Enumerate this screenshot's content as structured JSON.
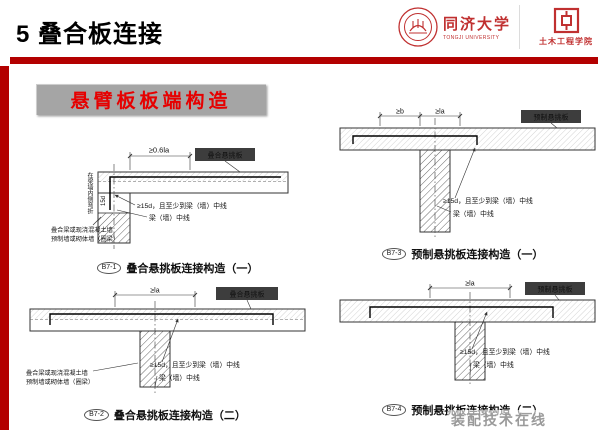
{
  "header": {
    "title": "5 叠合板连接",
    "logos": {
      "university": "同济大学",
      "university_en": "TONGJI UNIVERSITY",
      "college": "土木工程学院"
    }
  },
  "banner": {
    "label": "悬臂板板端构造"
  },
  "watermark": "装配技术在线",
  "colors": {
    "accent": "#b30000",
    "banner_bg": "#a5a5a5",
    "banner_text": "#e60000"
  },
  "figures": {
    "f1": {
      "id": "B7-1",
      "caption": "叠合悬挑板连接构造（一）",
      "dim_top": "≥0.6la",
      "dim_hook": "15d",
      "side_note": "在梁墙内侧弯折",
      "slab_label": "叠合悬挑板",
      "anchor_note": "≥15d，且至少到梁（墙）中线",
      "centerline_label": "梁（墙）中线",
      "support_note1": "叠合梁或现浇混凝土墙",
      "support_note2": "预制墙或砌体墙（圈梁）"
    },
    "f2": {
      "id": "B7-3",
      "caption": "预制悬挑板连接构造（一）",
      "dim_b": "≥b",
      "dim_la": "≥la",
      "slab_label": "预制悬挑板",
      "anchor_note": "≥15d，且至少到梁（墙）中线",
      "centerline_label": "梁（墙）中线"
    },
    "f3": {
      "id": "B7-2",
      "caption": "叠合悬挑板连接构造（二）",
      "dim_la": "≥la",
      "slab_label": "叠合悬挑板",
      "anchor_note": "≥15d，且至少到梁（墙）中线",
      "centerline_label": "梁（墙）中线",
      "support_note1": "叠合梁或现浇混凝土墙",
      "support_note2": "预制墙或砌体墙（圈梁）"
    },
    "f4": {
      "id": "B7-4",
      "caption": "预制悬挑板连接构造（二）",
      "dim_la": "≥la",
      "slab_label": "预制悬挑板",
      "anchor_note": "≥15d，且至少到梁（墙）中线",
      "centerline_label": "梁（墙）中线"
    }
  }
}
